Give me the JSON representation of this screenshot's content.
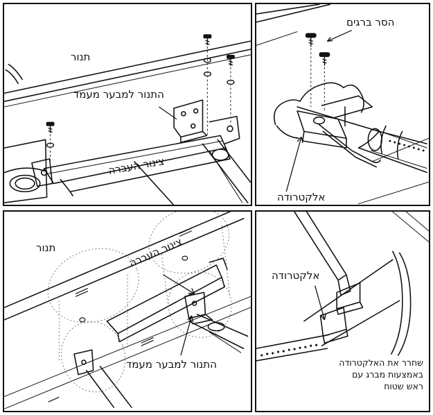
{
  "panels": {
    "top_left": {
      "oven_label": "תנור",
      "bracket_label": "התנור למבער מעמד",
      "tube_label": "צינור העברה"
    },
    "top_right": {
      "remove_screws_label": "הסר ברגים",
      "electrode_label": "אלקטרודה"
    },
    "bottom_left": {
      "oven_label": "תנור",
      "tube_label": "צינור העברה",
      "bracket_label": "התנור למבער מעמד"
    },
    "bottom_right": {
      "electrode_label": "אלקטרודה",
      "instruction_lines": [
        "שחרר את האלקטרודה",
        "באמצעות מברג עם",
        "ראש שטוח"
      ]
    }
  },
  "colors": {
    "line": "#111111",
    "background": "#ffffff",
    "dashed": "#555555"
  }
}
